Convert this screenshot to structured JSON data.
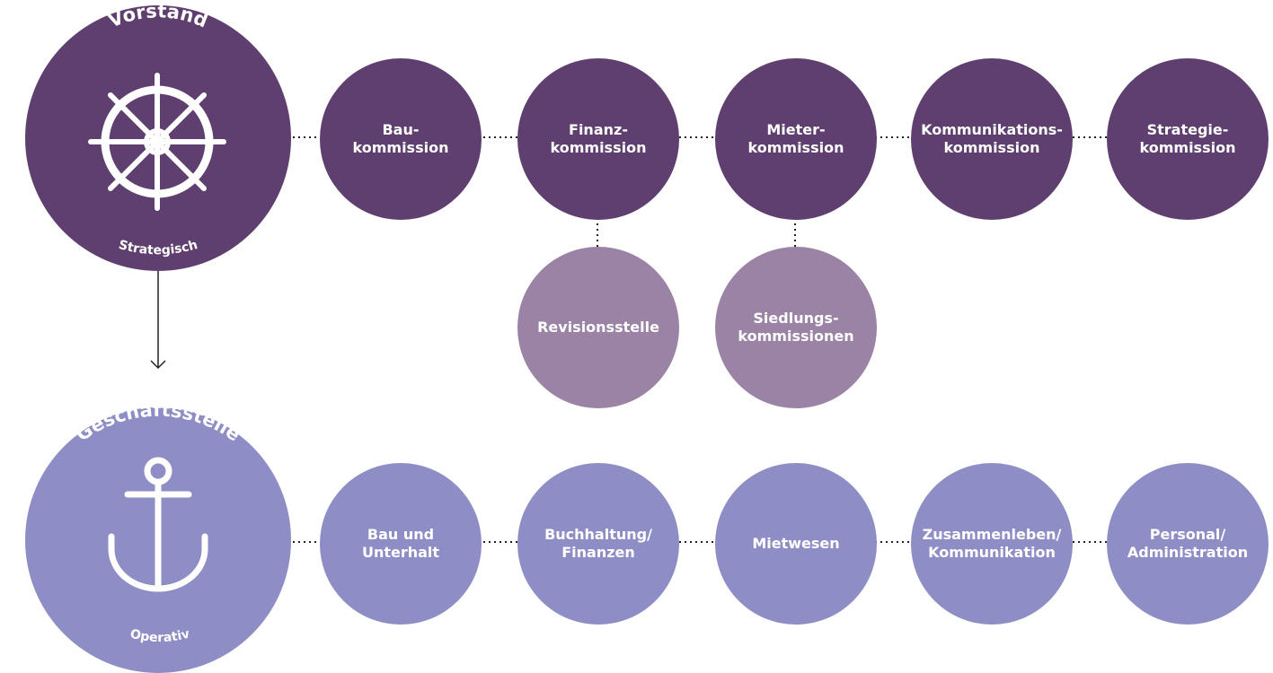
{
  "colors": {
    "strategic": "#5f3f6f",
    "sub": "#9a83a4",
    "operative": "#8f8dc5",
    "line": "#222222"
  },
  "vorstand": {
    "title": "Vorstand",
    "subtitle": "Strategisch",
    "icon": "ship-wheel-icon"
  },
  "geschaeftsstelle": {
    "title": "Geschäftsstelle",
    "subtitle": "Operativ",
    "icon": "anchor-icon"
  },
  "commissions": [
    {
      "line1": "Bau-",
      "line2": "kommission"
    },
    {
      "line1": "Finanz-",
      "line2": "kommission"
    },
    {
      "line1": "Mieter-",
      "line2": "kommission"
    },
    {
      "line1": "Kommunikations-",
      "line2": "kommission"
    },
    {
      "line1": "Strategie-",
      "line2": "kommission"
    }
  ],
  "subunits": [
    {
      "line1": "Revisionsstelle",
      "line2": ""
    },
    {
      "line1": "Siedlungs-",
      "line2": "kommissionen"
    }
  ],
  "departments": [
    {
      "line1": "Bau und",
      "line2": "Unterhalt"
    },
    {
      "line1": "Buchhaltung/",
      "line2": "Finanzen"
    },
    {
      "line1": "Mietwesen",
      "line2": ""
    },
    {
      "line1": "Zusammenleben/",
      "line2": "Kommunikation"
    },
    {
      "line1": "Personal/",
      "line2": "Administration"
    }
  ]
}
